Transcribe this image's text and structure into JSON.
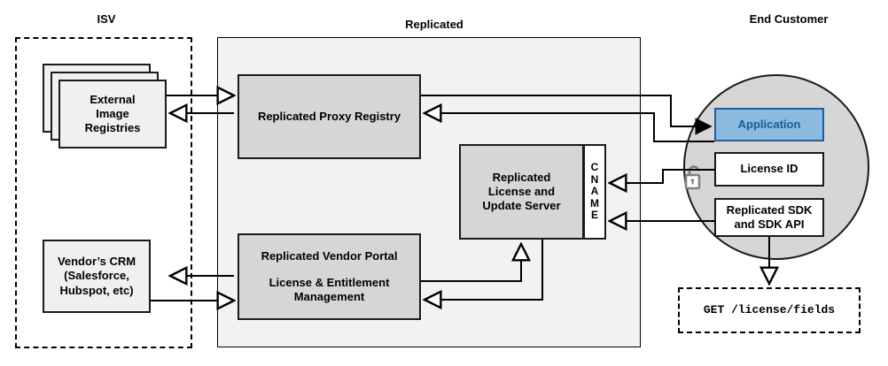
{
  "diagram": {
    "title_zones": {
      "isv": "ISV",
      "replicated": "Replicated",
      "end_customer": "End Customer"
    },
    "nodes": {
      "external_image_registries": "External\nImage\nRegistries",
      "vendors_crm": "Vendor’s CRM\n(Salesforce,\nHubspot, etc)",
      "replicated_proxy_registry": "Replicated Proxy Registry",
      "replicated_license_update_server": "Replicated\nLicense and\nUpdate Server",
      "cname_letters": [
        "C",
        "N",
        "A",
        "M",
        "E"
      ],
      "replicated_vendor_portal_line1": "Replicated Vendor Portal",
      "replicated_vendor_portal_line2": "License & Entitlement\nManagement",
      "application": "Application",
      "license_id": "License ID",
      "replicated_sdk": "Replicated SDK\nand SDK API",
      "api_call": "GET /license/fields"
    },
    "icons": {
      "unlocked_padlock": "unlock-icon"
    },
    "colors": {
      "zone_fill": "#f2f2f2",
      "node_fill": "#d6d6d6",
      "white_fill": "#ffffff",
      "application_fill": "#8cb9e0",
      "application_border": "#1f5fa0",
      "application_text": "#1c5a96",
      "stroke": "#1a1a1a",
      "circle_fill": "#d6d6d6",
      "lock_stroke": "#808080"
    }
  }
}
